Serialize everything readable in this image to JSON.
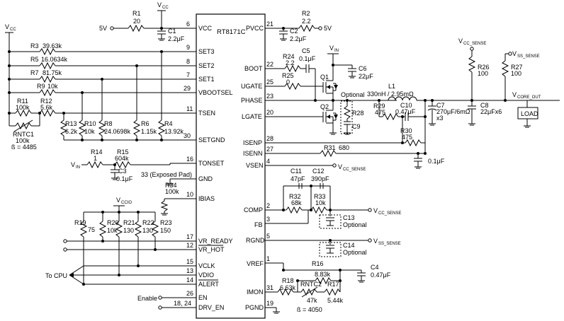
{
  "chip": {
    "name": "RT8171C",
    "left_pins": [
      {
        "num": "6",
        "name": "VCC"
      },
      {
        "num": "9",
        "name": "SET3"
      },
      {
        "num": "8",
        "name": "SET2"
      },
      {
        "num": "7",
        "name": "SET1"
      },
      {
        "num": "29",
        "name": "VBOOTSEL"
      },
      {
        "num": "11",
        "name": "TSEN"
      },
      {
        "num": "30",
        "name": "SETGND"
      },
      {
        "num": "16",
        "name": "TONSET"
      },
      {
        "num": "33 (Exposed Pad)",
        "name": "GND"
      },
      {
        "num": "10",
        "name": "IBIAS"
      },
      {
        "num": "17",
        "name": "VR_READY"
      },
      {
        "num": "12",
        "name": "VR_HOT"
      },
      {
        "num": "15",
        "name": "VCLK"
      },
      {
        "num": "13",
        "name": "VDIO"
      },
      {
        "num": "14",
        "name": "ALERT"
      },
      {
        "num": "26",
        "name": "EN"
      },
      {
        "num": "18, 24",
        "name": "DRV_EN"
      }
    ],
    "right_pins": [
      {
        "num": "21",
        "name": "PVCC"
      },
      {
        "num": "22",
        "name": "BOOT"
      },
      {
        "num": "25",
        "name": "UGATE"
      },
      {
        "num": "23",
        "name": "PHASE"
      },
      {
        "num": "20",
        "name": "LGATE"
      },
      {
        "num": "28",
        "name": "ISENP"
      },
      {
        "num": "27",
        "name": "ISENN"
      },
      {
        "num": "4",
        "name": "VSEN"
      },
      {
        "num": "2",
        "name": "COMP"
      },
      {
        "num": "3",
        "name": "FB"
      },
      {
        "num": "5",
        "name": "RGND"
      },
      {
        "num": "1",
        "name": "VREF"
      },
      {
        "num": "31",
        "name": "IMON"
      },
      {
        "num": "19",
        "name": "PGND"
      }
    ]
  },
  "components": {
    "r1": {
      "ref": "R1",
      "value": "20"
    },
    "c1": {
      "ref": "C1",
      "value": "2.2μF"
    },
    "r2": {
      "ref": "R2",
      "value": "2.2"
    },
    "c2": {
      "ref": "C2",
      "value": "2.2μF"
    },
    "r3": {
      "ref": "R3",
      "value": "39.63k"
    },
    "r5": {
      "ref": "R5",
      "value": "16.0634k"
    },
    "r7": {
      "ref": "R7",
      "value": "81.75k"
    },
    "r9": {
      "ref": "R9",
      "value": "10k"
    },
    "r11": {
      "ref": "R11",
      "value": "100k"
    },
    "r12": {
      "ref": "R12",
      "value": "5.6k"
    },
    "rntc1": {
      "ref": "RNTC1",
      "value": "100k",
      "beta": "ß = 4485"
    },
    "r13": {
      "ref": "R13",
      "value": "6.2k"
    },
    "r10": {
      "ref": "R10",
      "value": "10k"
    },
    "r8": {
      "ref": "R8",
      "value": "24.0698k"
    },
    "r6": {
      "ref": "R6",
      "value": "1.15k"
    },
    "r4": {
      "ref": "R4",
      "value": "13.92k"
    },
    "r14": {
      "ref": "R14",
      "value": "1"
    },
    "r15": {
      "ref": "R15",
      "value": "604k"
    },
    "c3": {
      "ref": "C3",
      "value": "0.1μF"
    },
    "r34": {
      "ref": "R34",
      "value": "100k"
    },
    "r24": {
      "ref": "R24",
      "value": "2.2"
    },
    "c5": {
      "ref": "C5",
      "value": "0.1μF"
    },
    "r25": {
      "ref": "R25",
      "value": "0"
    },
    "c6": {
      "ref": "C6",
      "value": "22μF"
    },
    "q1": {
      "ref": "Q1"
    },
    "q2": {
      "ref": "Q2"
    },
    "optional_snubber": {
      "label": "Optional",
      "r": "R28",
      "c": "C9"
    },
    "l1": {
      "ref": "L1",
      "value": "330nH / 2.95mΩ"
    },
    "r29": {
      "ref": "R29",
      "value": "475"
    },
    "c10": {
      "ref": "C10",
      "value": "0.47μF"
    },
    "r30": {
      "ref": "R30",
      "value": "475"
    },
    "c7": {
      "ref": "C7",
      "value": "270μF/6mΩ",
      "mult": "x3"
    },
    "c8": {
      "ref": "C8",
      "value": "22μFx6"
    },
    "r26": {
      "ref": "R26",
      "value": "100"
    },
    "r27": {
      "ref": "R27",
      "value": "100"
    },
    "r31": {
      "ref": "R31",
      "value": "680"
    },
    "c_isenn": {
      "value": "0.1μF"
    },
    "c11": {
      "ref": "C11",
      "value": "47pF"
    },
    "c12": {
      "ref": "C12",
      "value": "390pF"
    },
    "r32": {
      "ref": "R32",
      "value": "68k"
    },
    "r33": {
      "ref": "R33",
      "value": "10k"
    },
    "c13": {
      "ref": "C13",
      "note": "Optional"
    },
    "c14": {
      "ref": "C14",
      "note": "Optional"
    },
    "c4": {
      "ref": "C4",
      "value": "0.47μF"
    },
    "r16": {
      "ref": "R16",
      "value": "8.83k"
    },
    "r18": {
      "ref": "R18",
      "value": "6.63k"
    },
    "rntc2": {
      "ref": "RNTC2",
      "value": "47k",
      "beta": "ß = 4050"
    },
    "r17": {
      "ref": "R17",
      "value": "5.44k"
    },
    "r19": {
      "ref": "R19",
      "value": "75"
    },
    "r20": {
      "ref": "R20",
      "value": "10k"
    },
    "r21": {
      "ref": "R21",
      "value": "130"
    },
    "r22": {
      "ref": "R22",
      "value": "130"
    },
    "r23": {
      "ref": "R23",
      "value": "150"
    }
  },
  "nets": {
    "vcc": "V",
    "vcc_sub": "CC",
    "vccio": "V",
    "vccio_sub": "CCIO",
    "vin": "V",
    "vin_sub": "IN",
    "five_v": "5V",
    "vcc_sense": "V",
    "vcc_sense_sub": "CC_SENSE",
    "vss_sense": "V",
    "vss_sense_sub": "SS_SENSE",
    "vcore_out": "V",
    "vcore_out_sub": "CORE_OUT",
    "load": "LOAD",
    "to_cpu": "To CPU",
    "enable": "Enable"
  }
}
